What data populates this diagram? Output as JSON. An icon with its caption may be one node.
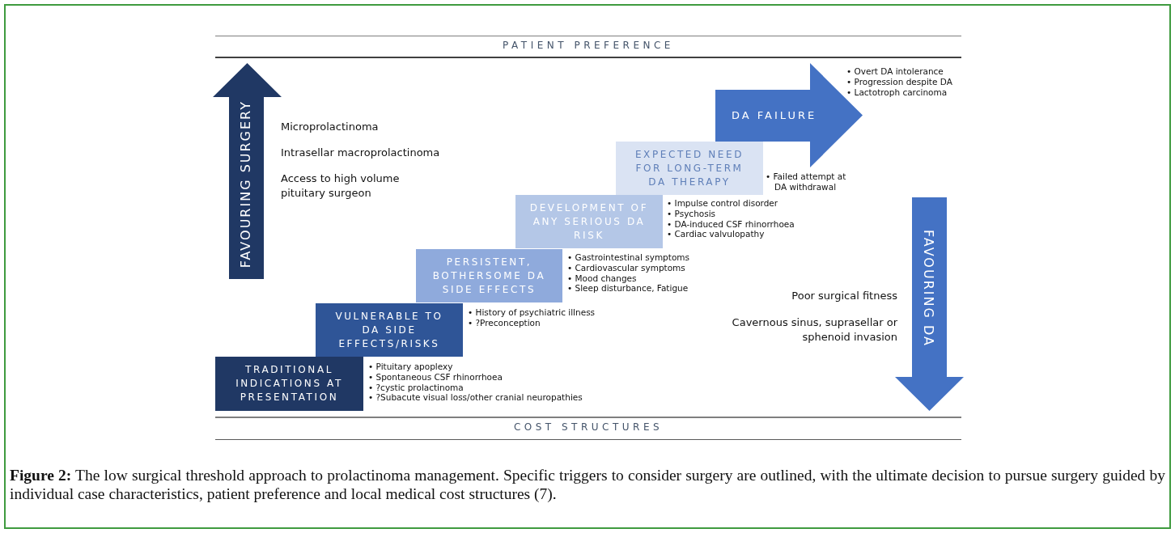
{
  "diagram": {
    "caption": "**Figure 2:**  The low surgical threshold approach to prolactinoma management. Specific triggers to consider surgery are outlined, with the ultimate decision to pursue surgery guided by individual case characteristics, patient preference and local medical cost structures (7).",
    "nodes": [
      {
        "text": [
          "TRADITIONAL INDICATIONS AT PRESENTATION"
        ],
        "beside": [
          "• Pituitary apoplexy",
          "• Spontaneous CSF rhinorrhoea",
          "• ?cystic prolactinoma",
          "• ?Subacute visual loss/other cranial neuropathies"
        ]
      },
      {
        "text": [
          "VULNERABLE TO DA SIDE EFFECTS/RISKS"
        ],
        "beside": [
          "• History of psychiatric illness",
          "• ?Preconception"
        ]
      },
      {
        "text": [
          "PERSISTENT, BOTHERSOME DA SIDE EFFECTS"
        ],
        "beside": [
          "• Gastrointestinal symptoms",
          "• Cardiovascular symptoms",
          "• Mood changes",
          "• Sleep disturbance, Fatigue"
        ]
      },
      {
        "text": [
          "DEVELOPMENT OF ANY SERIOUS DA RISK"
        ],
        "beside": [
          "• Impulse control disorder",
          "• Psychosis",
          "• DA-induced CSF rhinorrhoea",
          "• Cardiac valvulopathy"
        ]
      },
      {
        "text": [
          "EXPECTED NEED FOR LONG-TERM DA THERAPY"
        ],
        "beside": [
          "• Failed attempt at DA withdrawal"
        ]
      },
      {
        "text": [
          "DA FAILURE"
        ],
        "beside": [
          "• Overt DA intolerance",
          "• Progression despite DA",
          "• Lactotroph carcinoma"
        ]
      },
      {
        "text": [
          "FAVOURING SURGERY"
        ]
      },
      {
        "text": [
          "FAVOURING DA"
        ]
      }
    ],
    "labels": [
      "PATIENT PREFERENCE",
      "Microprolactinoma",
      "Intrasellar macroprolactinoma",
      "Access to high volume pituitary surgeon",
      "Poor surgical fitness",
      "Cavernous sinus, suprasellar or sphenoid invasion",
      "COST STRUCTURES"
    ]
  }
}
